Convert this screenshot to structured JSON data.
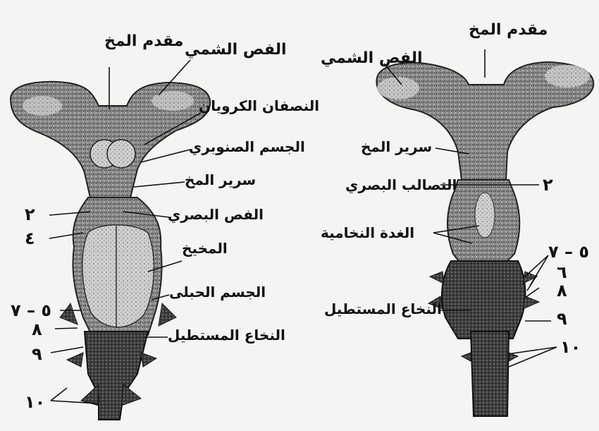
{
  "left_diagram": {
    "labels": {
      "forebrain": "مقدم المخ",
      "olfactory_lobe": "الفص الشمي",
      "corpora_quadrigemina": "النصفان الكرويان",
      "pineal_body": "الجسم الصنوبري",
      "thalamus": "سرير المخ",
      "optic_lobe": "الفص البصري",
      "cerebellum": "المخيخ",
      "corpus_restiforme": "الجسم الحبلى",
      "medulla": "النخاع المستطيل"
    },
    "numbers": {
      "n2": "٢",
      "n4": "٤",
      "n5_7": "٥ – ٧",
      "n8": "٨",
      "n9": "٩",
      "n10": "١٠"
    }
  },
  "right_diagram": {
    "labels": {
      "forebrain": "مقدم المخ",
      "olfactory_lobe": "الفص الشمي",
      "thalamus": "سرير المخ",
      "optic_chiasma": "التصالب البصري",
      "pituitary": "الغدة النخامية",
      "medulla": "النخاع المستطيل"
    },
    "numbers": {
      "n2": "٢",
      "n5_7": "٥ – ٧",
      "n6": "٦",
      "n8": "٨",
      "n9": "٩",
      "n10": "١٠"
    }
  },
  "colors": {
    "ink": "#111111",
    "tissue": "#7d7d7d",
    "paper": "#f4f4f2"
  }
}
